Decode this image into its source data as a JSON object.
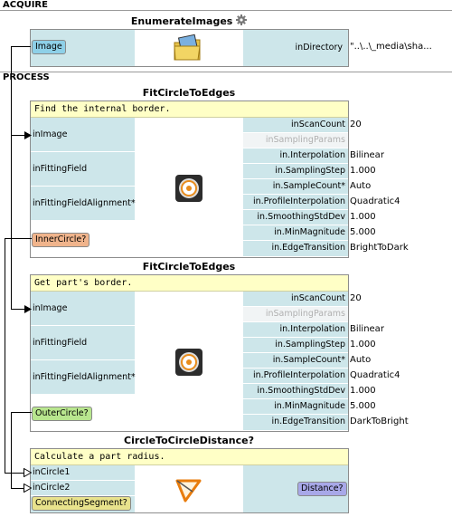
{
  "sections": {
    "acquire": "ACQUIRE",
    "process": "PROCESS"
  },
  "enumerate": {
    "title": "EnumerateImages",
    "output": "Image",
    "param_label": "inDirectory",
    "param_value": "\"..\\..\\_media\\sha..."
  },
  "fit1": {
    "title": "FitCircleToEdges",
    "comment": "Find the internal border.",
    "inputs": [
      "inImage",
      "inFittingField",
      "inFittingFieldAlignment*"
    ],
    "output": "InnerCircle?",
    "params": [
      {
        "label": "inScanCount",
        "value": "20"
      },
      {
        "label": "inSamplingParams",
        "value": ""
      },
      {
        "label": "in.Interpolation",
        "value": "Bilinear"
      },
      {
        "label": "in.SamplingStep",
        "value": "1.000"
      },
      {
        "label": "in.SampleCount*",
        "value": "Auto"
      },
      {
        "label": "in.ProfileInterpolation",
        "value": "Quadratic4"
      },
      {
        "label": "in.SmoothingStdDev",
        "value": "1.000"
      },
      {
        "label": "in.MinMagnitude",
        "value": "5.000"
      },
      {
        "label": "in.EdgeTransition",
        "value": "BrightToDark"
      }
    ]
  },
  "fit2": {
    "title": "FitCircleToEdges",
    "comment": "Get part's border.",
    "inputs": [
      "inImage",
      "inFittingField",
      "inFittingFieldAlignment*"
    ],
    "output": "OuterCircle?",
    "params": [
      {
        "label": "inScanCount",
        "value": "20"
      },
      {
        "label": "inSamplingParams",
        "value": ""
      },
      {
        "label": "in.Interpolation",
        "value": "Bilinear"
      },
      {
        "label": "in.SamplingStep",
        "value": "1.000"
      },
      {
        "label": "in.SampleCount*",
        "value": "Auto"
      },
      {
        "label": "in.ProfileInterpolation",
        "value": "Quadratic4"
      },
      {
        "label": "in.SmoothingStdDev",
        "value": "1.000"
      },
      {
        "label": "in.MinMagnitude",
        "value": "5.000"
      },
      {
        "label": "in.EdgeTransition",
        "value": "DarkToBright"
      }
    ]
  },
  "distance": {
    "title": "CircleToCircleDistance?",
    "comment": "Calculate a part radius.",
    "inputs": [
      "inCircle1",
      "inCircle2"
    ],
    "output1": "ConnectingSegment?",
    "output2": "Distance?"
  },
  "icons": {
    "enumerate": "folder-image-icon",
    "fit": "circle-fit-icon",
    "distance": "triangle-distance-icon",
    "settings": "gear-icon"
  },
  "colors": {
    "cell_bg": "#cde6ea",
    "comment_bg": "#ffffc6",
    "tag_blue": "#8ed0e8",
    "tag_orange": "#f0b48c",
    "tag_green": "#b8e68e",
    "tag_yellow": "#e8e28c",
    "tag_purple": "#a8a8e8"
  }
}
